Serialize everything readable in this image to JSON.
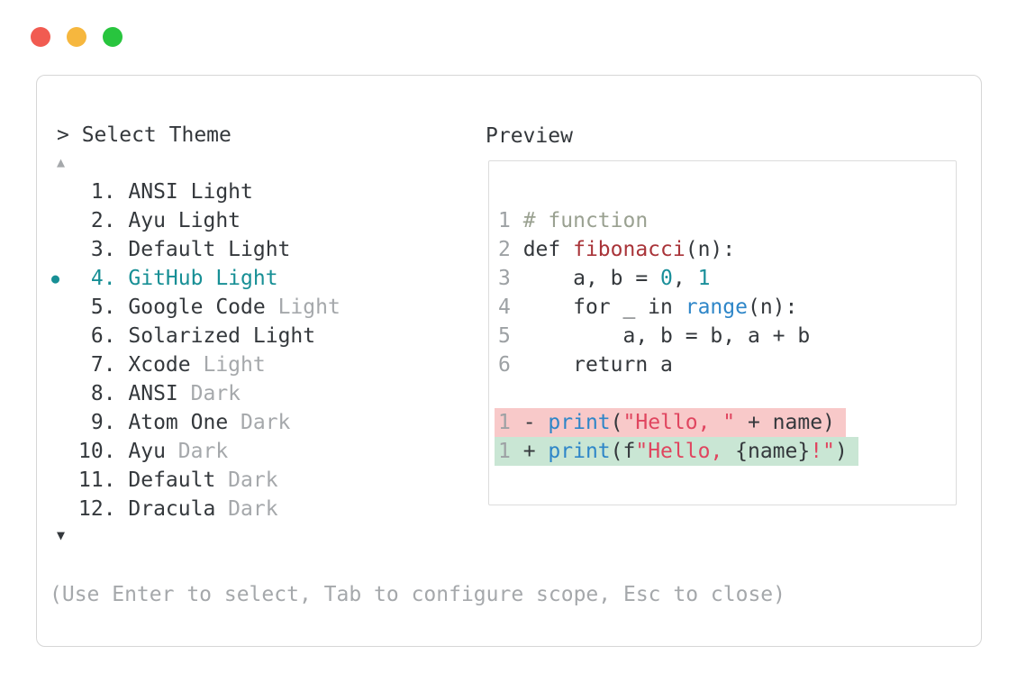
{
  "colors": {
    "fg": "#34383c",
    "muted": "#a5a8ab",
    "line_number": "#9da1a4",
    "accent": "#178f95",
    "number_teal": "#1a8f9a",
    "func_red": "#a93439",
    "string_red": "#e0455f",
    "builtin_blue": "#2e86c8",
    "comment": "#9aa191",
    "removed_bg": "#f8c9c9",
    "added_bg": "#c9e6d4",
    "border": "#d6d6d6",
    "preview_border": "#dcdcdc",
    "traffic_red": "#f15b51",
    "traffic_yellow": "#f6b73e",
    "traffic_green": "#28c53e"
  },
  "prompt": "> Select Theme",
  "scroll": {
    "up": "▲",
    "down": "▼"
  },
  "themes": [
    {
      "num": "1",
      "name": "ANSI",
      "variant": "Light",
      "variant_muted": false,
      "selected": false
    },
    {
      "num": "2",
      "name": "Ayu",
      "variant": "Light",
      "variant_muted": false,
      "selected": false
    },
    {
      "num": "3",
      "name": "Default",
      "variant": "Light",
      "variant_muted": false,
      "selected": false
    },
    {
      "num": "4",
      "name": "GitHub",
      "variant": "Light",
      "variant_muted": false,
      "selected": true
    },
    {
      "num": "5",
      "name": "Google Code",
      "variant": "Light",
      "variant_muted": true,
      "selected": false
    },
    {
      "num": "6",
      "name": "Solarized",
      "variant": "Light",
      "variant_muted": false,
      "selected": false
    },
    {
      "num": "7",
      "name": "Xcode",
      "variant": "Light",
      "variant_muted": true,
      "selected": false
    },
    {
      "num": "8",
      "name": "ANSI",
      "variant": "Dark",
      "variant_muted": true,
      "selected": false
    },
    {
      "num": "9",
      "name": "Atom One",
      "variant": "Dark",
      "variant_muted": true,
      "selected": false
    },
    {
      "num": "10",
      "name": "Ayu",
      "variant": "Dark",
      "variant_muted": true,
      "selected": false
    },
    {
      "num": "11",
      "name": "Default",
      "variant": "Dark",
      "variant_muted": true,
      "selected": false
    },
    {
      "num": "12",
      "name": "Dracula",
      "variant": "Dark",
      "variant_muted": true,
      "selected": false
    }
  ],
  "selected_bullet": "●",
  "preview": {
    "title": "Preview",
    "lines": [
      {
        "num": "1",
        "tokens": [
          {
            "t": "# function",
            "c": "comment"
          }
        ]
      },
      {
        "num": "2",
        "tokens": [
          {
            "t": "def ",
            "c": "fg"
          },
          {
            "t": "fibonacci",
            "c": "func"
          },
          {
            "t": "(n):",
            "c": "fg"
          }
        ]
      },
      {
        "num": "3",
        "tokens": [
          {
            "t": "    a, b = ",
            "c": "fg"
          },
          {
            "t": "0",
            "c": "num"
          },
          {
            "t": ", ",
            "c": "fg"
          },
          {
            "t": "1",
            "c": "num"
          }
        ]
      },
      {
        "num": "4",
        "tokens": [
          {
            "t": "    for _ in ",
            "c": "fg"
          },
          {
            "t": "range",
            "c": "builtin"
          },
          {
            "t": "(n):",
            "c": "fg"
          }
        ]
      },
      {
        "num": "5",
        "tokens": [
          {
            "t": "        a, b = b, a + b",
            "c": "fg"
          }
        ]
      },
      {
        "num": "6",
        "tokens": [
          {
            "t": "    return a",
            "c": "fg"
          }
        ]
      },
      {
        "num": "",
        "tokens": []
      },
      {
        "num": "1",
        "bg": "removed",
        "tokens": [
          {
            "t": "- ",
            "c": "fg"
          },
          {
            "t": "print",
            "c": "builtin"
          },
          {
            "t": "(",
            "c": "fg"
          },
          {
            "t": "\"Hello, \"",
            "c": "string"
          },
          {
            "t": " + name)",
            "c": "fg"
          }
        ]
      },
      {
        "num": "1",
        "bg": "added",
        "tokens": [
          {
            "t": "+ ",
            "c": "fg"
          },
          {
            "t": "print",
            "c": "builtin"
          },
          {
            "t": "(f",
            "c": "fg"
          },
          {
            "t": "\"Hello, ",
            "c": "string"
          },
          {
            "t": "{name}",
            "c": "fg"
          },
          {
            "t": "!\"",
            "c": "string"
          },
          {
            "t": ")",
            "c": "fg"
          }
        ]
      }
    ]
  },
  "help": "(Use Enter to select, Tab to configure scope, Esc to close)"
}
